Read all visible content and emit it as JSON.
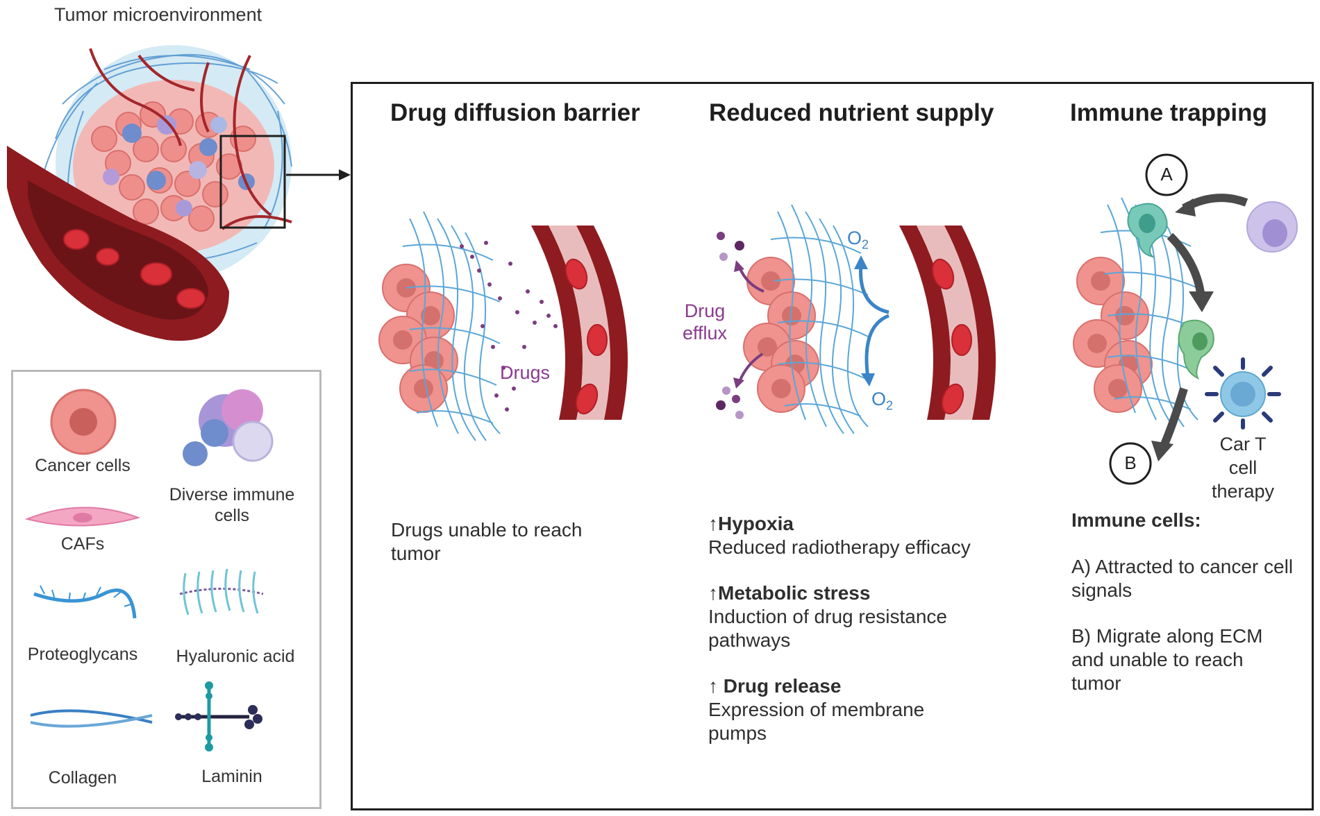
{
  "overview": {
    "title": "Tumor microenvironment"
  },
  "legend": {
    "items": [
      {
        "label": "Cancer cells",
        "icon": "cancer-cell-icon"
      },
      {
        "label": "Diverse immune cells",
        "icon": "immune-cells-icon"
      },
      {
        "label": "CAFs",
        "icon": "caf-icon"
      },
      {
        "label": "Proteoglycans",
        "icon": "proteoglycan-icon"
      },
      {
        "label": "Hyaluronic acid",
        "icon": "hyaluronic-acid-icon"
      },
      {
        "label": "Collagen",
        "icon": "collagen-icon"
      },
      {
        "label": "Laminin",
        "icon": "laminin-icon"
      }
    ]
  },
  "panels": {
    "diffusion": {
      "title": "Drug diffusion barrier",
      "drug_label": "Drugs",
      "description": "Drugs unable to reach tumor"
    },
    "nutrient": {
      "title": "Reduced nutrient supply",
      "efflux_label_1": "Drug",
      "efflux_label_2": "efflux",
      "o2_top": "O",
      "o2_bottom": "O",
      "o2_sub": "2",
      "points": [
        {
          "heading": "↑Hypoxia",
          "text": "Reduced radiotherapy efficacy"
        },
        {
          "heading": "↑Metabolic stress",
          "text": "Induction of drug resistance pathways"
        },
        {
          "heading": "↑ Drug release",
          "text": "Expression of membrane pumps"
        }
      ]
    },
    "immune": {
      "title": "Immune trapping",
      "marker_a": "A",
      "marker_b": "B",
      "cart_label_1": "Car T",
      "cart_label_2": "cell",
      "cart_label_3": "therapy",
      "heading": "Immune cells:",
      "point_a": "A) Attracted to cancer cell signals",
      "point_b": "B) Migrate along ECM and unable to reach tumor"
    }
  },
  "colors": {
    "vessel_dark": "#8e1b1f",
    "vessel_light": "#e8bcbc",
    "rbc": "#d9303a",
    "cancer": "#f0928e",
    "ecm": "#5aa6d8",
    "drug": "#7a3d7f",
    "o2": "#3b84c6",
    "frame": "#1e1e1e"
  }
}
